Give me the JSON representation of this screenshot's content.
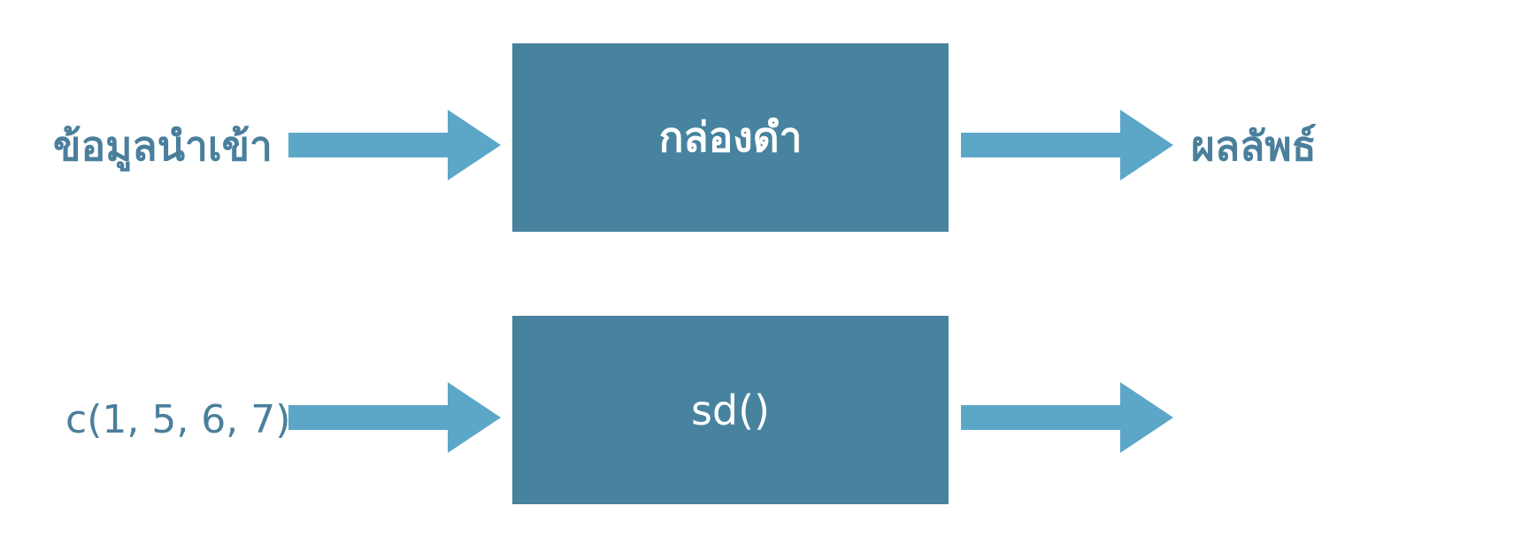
{
  "row1": {
    "input_label": "ข้อมูลนำเข้า",
    "box_label": "กล่องดำ",
    "output_label": "ผลลัพธ์"
  },
  "row2": {
    "input_label": "c(1, 5, 6, 7)",
    "box_label": "sd()",
    "output_label": ""
  },
  "colors": {
    "box": "#47839f",
    "arrow": "#5ca6c8",
    "label_text": "#4a7f9c",
    "box_text": "#ffffff"
  }
}
